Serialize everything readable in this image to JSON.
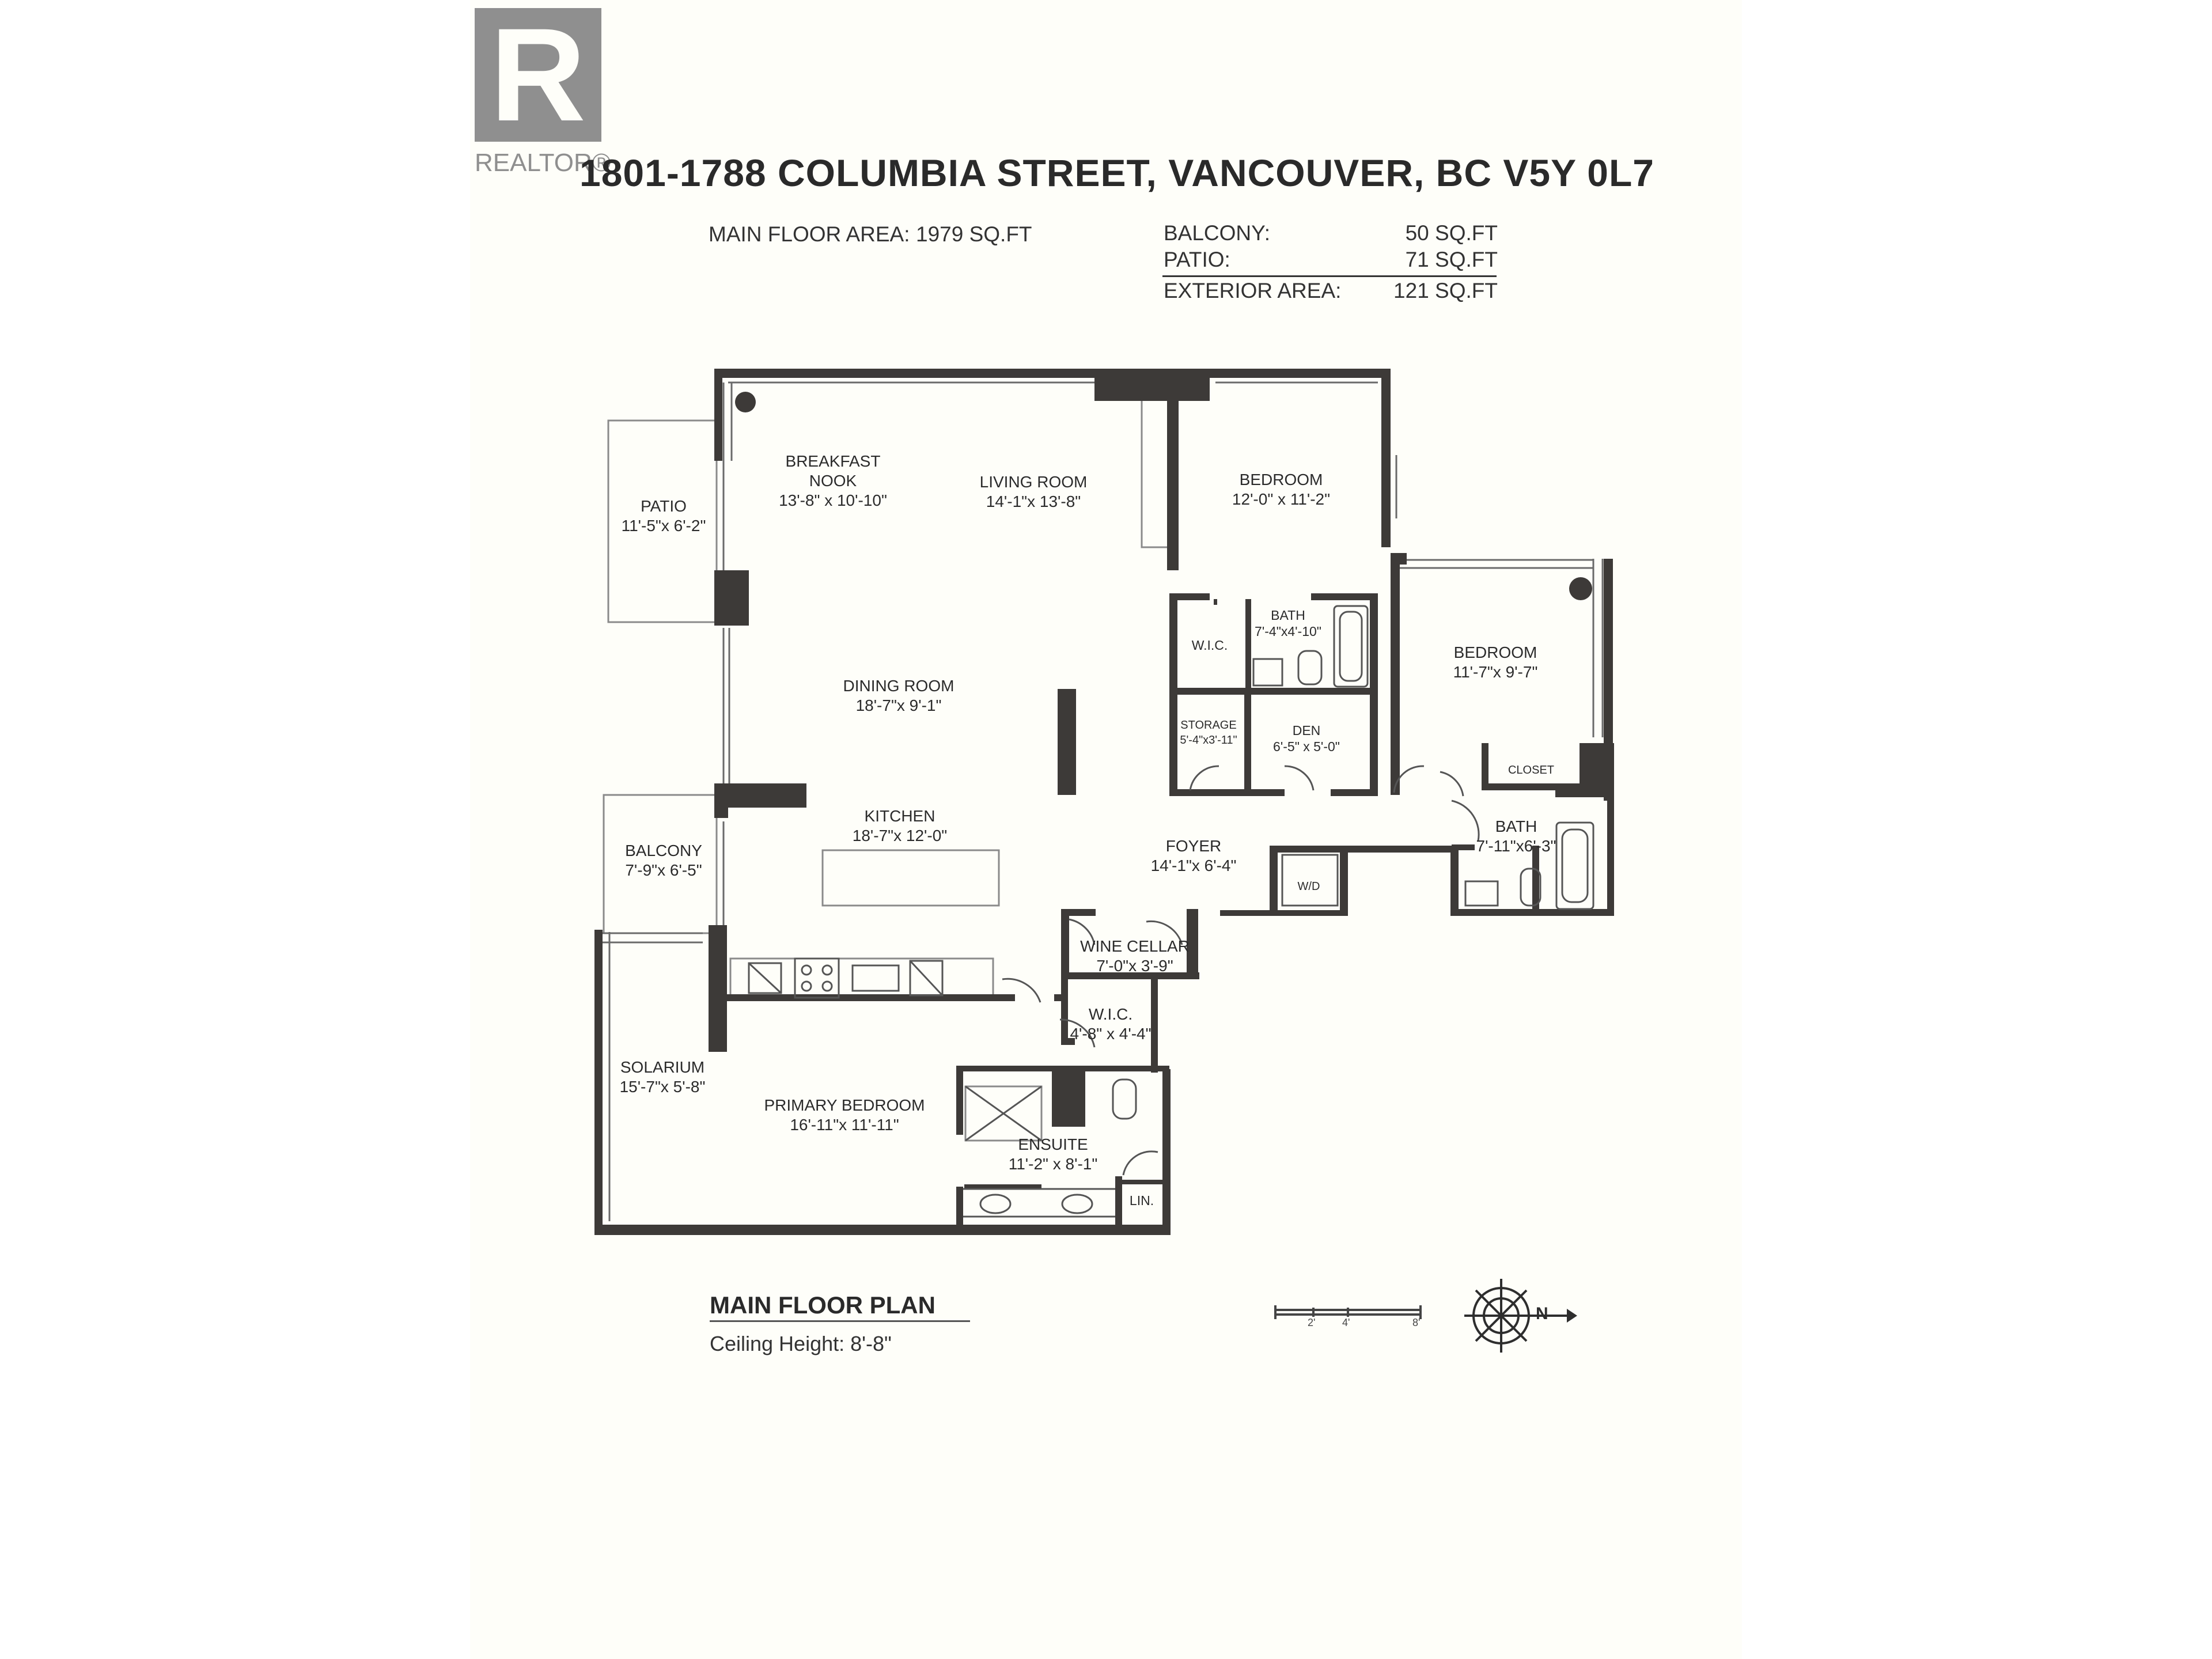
{
  "logo": {
    "letter": "R",
    "wordmark": "REALTOR®"
  },
  "header": {
    "address": "1801-1788 COLUMBIA STREET, VANCOUVER, BC V5Y 0L7"
  },
  "areas": {
    "main_floor_label": "MAIN FLOOR AREA:",
    "main_floor_value": "1979 SQ.FT",
    "balcony_label": "BALCONY:",
    "balcony_value": "50 SQ.FT",
    "patio_label": "PATIO:",
    "patio_value": "71 SQ.FT",
    "exterior_label": "EXTERIOR AREA:",
    "exterior_value": "121 SQ.FT"
  },
  "rooms": {
    "patio": {
      "name": "PATIO",
      "size": "11'-5\"x 6'-2\""
    },
    "breakfast_nook": {
      "name": "BREAKFAST",
      "name2": "NOOK",
      "size": "13'-8\" x 10'-10\""
    },
    "living_room": {
      "name": "LIVING ROOM",
      "size": "14'-1\"x 13'-8\""
    },
    "bedroom_1": {
      "name": "BEDROOM",
      "size": "12'-0\" x 11'-2\""
    },
    "wic_1": {
      "name": "W.I.C."
    },
    "bath_1": {
      "name": "BATH",
      "size": "7'-4\"x4'-10\""
    },
    "bedroom_2": {
      "name": "BEDROOM",
      "size": "11'-7\"x 9'-7\""
    },
    "dining_room": {
      "name": "DINING ROOM",
      "size": "18'-7\"x 9'-1\""
    },
    "storage": {
      "name": "STORAGE",
      "size": "5'-4\"x3'-11\""
    },
    "den": {
      "name": "DEN",
      "size": "6'-5\" x 5'-0\""
    },
    "closet": {
      "name": "CLOSET"
    },
    "kitchen": {
      "name": "KITCHEN",
      "size": "18'-7\"x 12'-0\""
    },
    "balcony": {
      "name": "BALCONY",
      "size": "7'-9\"x 6'-5\""
    },
    "foyer": {
      "name": "FOYER",
      "size": "14'-1\"x 6'-4\""
    },
    "wd": {
      "name": "W/D"
    },
    "bath_2": {
      "name": "BATH",
      "size": "7'-11\"x6'-3\""
    },
    "wine_cellar": {
      "name": "WINE CELLAR",
      "size": "7'-0\"x 3'-9\""
    },
    "wic_2": {
      "name": "W.I.C.",
      "size": "4'-8\" x 4'-4\""
    },
    "solarium": {
      "name": "SOLARIUM",
      "size": "15'-7\"x 5'-8\""
    },
    "primary_bedroom": {
      "name": "PRIMARY BEDROOM",
      "size": "16'-11\"x 11'-11\""
    },
    "ensuite": {
      "name": "ENSUITE",
      "size": "11'-2\" x 8'-1\""
    },
    "linen": {
      "name": "LIN."
    }
  },
  "footer": {
    "plan_title": "MAIN FLOOR PLAN",
    "ceiling": "Ceiling Height: 8'-8\""
  },
  "scale_bar": {
    "labels": [
      "2'",
      "4'",
      "8'"
    ]
  },
  "compass": {
    "north_label": "N"
  },
  "colors": {
    "wall": "#3d3a38",
    "paper": "#fefef9",
    "logo_gray": "#8f8f8f"
  }
}
